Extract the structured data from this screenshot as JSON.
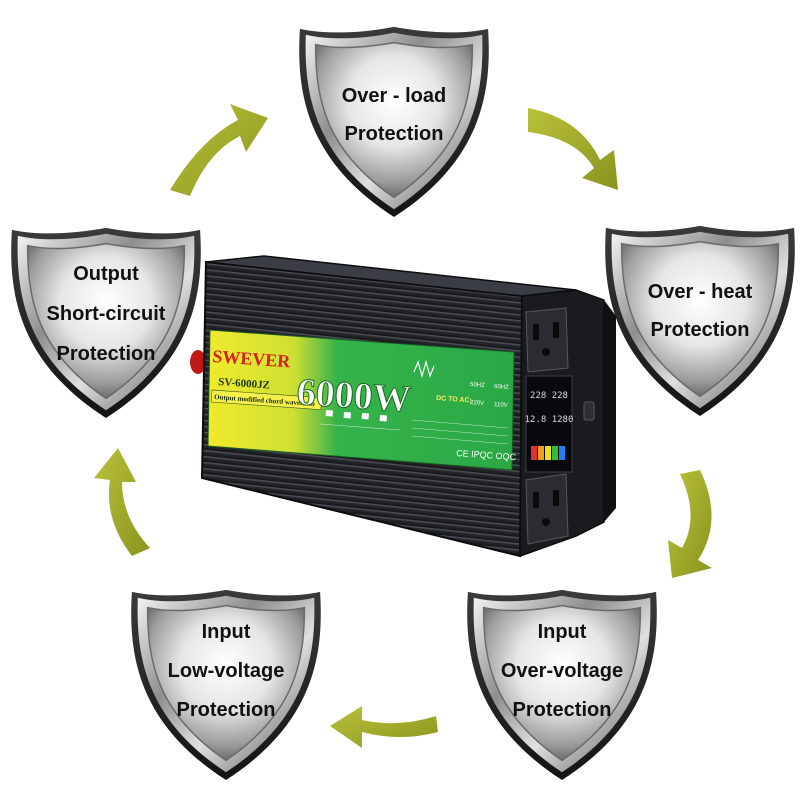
{
  "shields": [
    {
      "id": "over-load",
      "lines": [
        "Over - load",
        "Protection"
      ]
    },
    {
      "id": "over-heat",
      "lines": [
        "Over - heat",
        "Protection"
      ]
    },
    {
      "id": "input-over-voltage",
      "lines": [
        "Input",
        "Over-voltage",
        "Protection"
      ]
    },
    {
      "id": "input-low-voltage",
      "lines": [
        "Input",
        "Low-voltage",
        "Protection"
      ]
    },
    {
      "id": "output-short-circuit",
      "lines": [
        "Output",
        "Short-circuit",
        "Protection"
      ]
    }
  ],
  "product": {
    "brand": "SWEVER",
    "model": "SV-6000JZ",
    "power": "6000W",
    "waveform": "Output modified chord waveform",
    "dc_label": "DC TO AC:",
    "freq_50": "50HZ",
    "freq_60": "60HZ",
    "volt_220": "220V",
    "volt_110": "110V",
    "certs": "CE IPQC OQC",
    "display_top": "228 228",
    "display_bottom": "12.8 1280"
  },
  "colors": {
    "arrow": "#a3ad2a",
    "label_green": "#3cb44a",
    "label_yellow": "#e8e030",
    "body": "#1c1e22",
    "brand_red": "#d42020"
  }
}
